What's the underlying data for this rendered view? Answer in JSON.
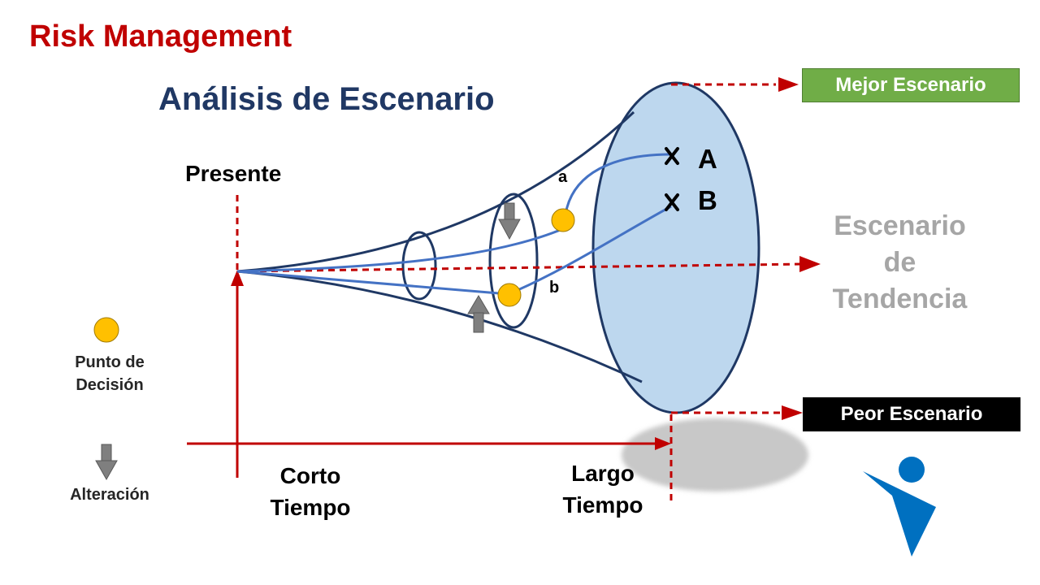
{
  "header": {
    "title": "Risk Management",
    "subtitle": "Análisis de Escenario"
  },
  "axes": {
    "present_label": "Presente",
    "short_term_line1": "Corto",
    "short_term_line2": "Tiempo",
    "long_term_line1": "Largo",
    "long_term_line2": "Tiempo"
  },
  "paths": {
    "path_a_label": "a",
    "path_b_label": "b"
  },
  "outcomes": {
    "point_a_label": "A",
    "point_b_label": "B"
  },
  "scenarios": {
    "best": "Mejor Escenario",
    "trend_line1": "Escenario",
    "trend_line2": "de",
    "trend_line3": "Tendencia",
    "worst": "Peor Escenario"
  },
  "legend": {
    "decision_point_line1": "Punto de",
    "decision_point_line2": "Decisión",
    "alteration": "Alteración"
  },
  "colors": {
    "title_red": "#c00000",
    "subtitle_navy": "#203864",
    "axis_red": "#c00000",
    "cone_outline": "#1f3864",
    "ellipse_fill": "#bdd7ee",
    "path_blue": "#4472c4",
    "decision_point": "#ffc000",
    "best_box": "#70ad47",
    "worst_box": "#000000",
    "trend_text": "#a6a6a6",
    "logo_blue": "#0070c0",
    "alteration_arrow": "#7f7f7f"
  },
  "icons": {
    "decision_point": "yellow-circle-icon",
    "alteration": "down-arrow-icon",
    "logo": "person-logo-icon"
  }
}
